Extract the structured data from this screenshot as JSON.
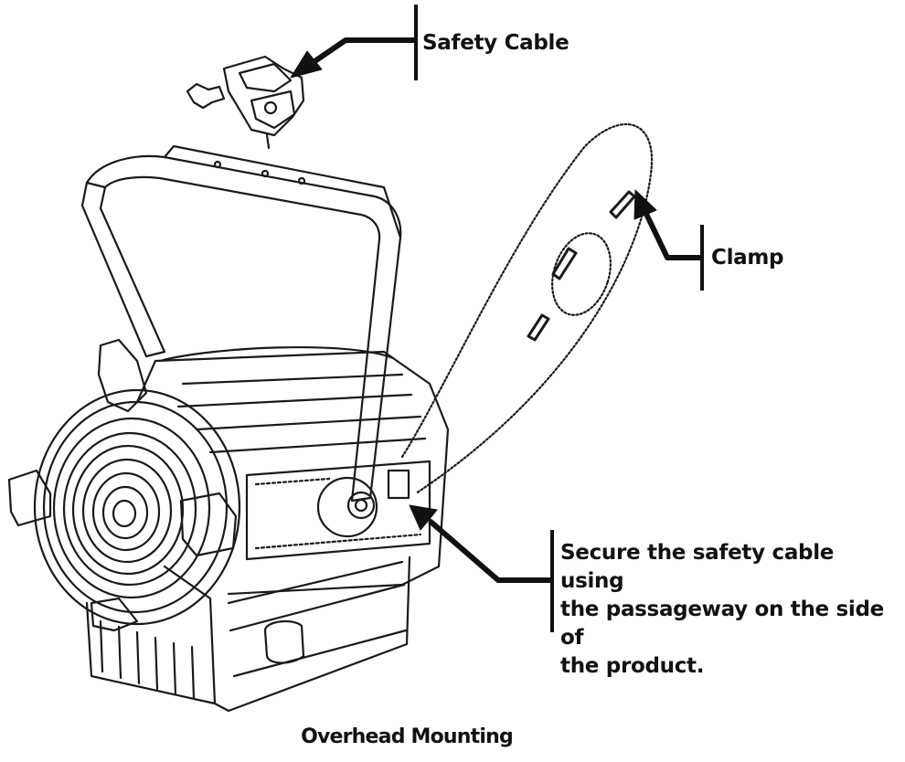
{
  "labels": {
    "safety_cable": "Safety Cable",
    "clamp": "Clamp",
    "secure_line1": "Secure the safety cable using",
    "secure_line2": "the passageway on the side of",
    "secure_line3": "the product.",
    "caption": "Overhead Mounting"
  },
  "colors": {
    "ink": "#111111",
    "background": "#ffffff"
  }
}
